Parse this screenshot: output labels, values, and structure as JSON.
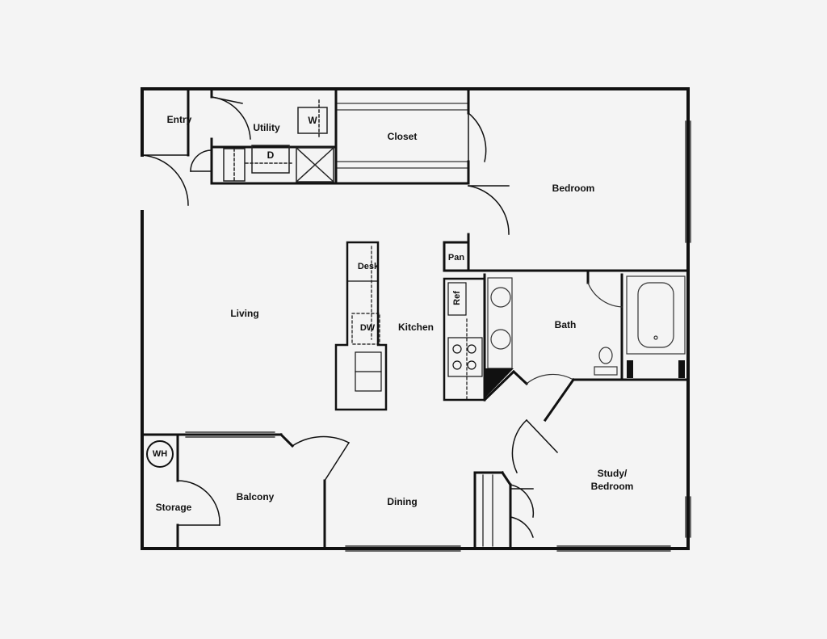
{
  "rooms": {
    "entry": "Entry",
    "utility": "Utility",
    "closet": "Closet",
    "bedroom": "Bedroom",
    "living": "Living",
    "kitchen": "Kitchen",
    "bath": "Bath",
    "storage": "Storage",
    "balcony": "Balcony",
    "dining": "Dining",
    "study_line1": "Study/",
    "study_line2": "Bedroom"
  },
  "fixtures": {
    "washer": "W",
    "dryer": "D",
    "pantry": "Pan",
    "refrigerator": "Ref",
    "desk": "Desk",
    "dishwasher": "DW",
    "water_heater": "WH"
  },
  "colors": {
    "wall": "#111111",
    "fixture_line": "#333333",
    "background": "#f4f4f4"
  }
}
